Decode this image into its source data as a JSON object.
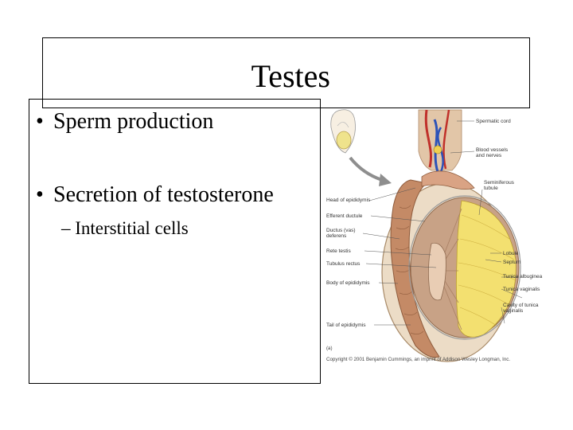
{
  "slide": {
    "title": "Testes",
    "bullets": [
      "Sperm production",
      "Secretion of testosterone"
    ],
    "bullet_marker": "•",
    "sub_marker": "–",
    "sub_bullets": [
      "Interstitial cells"
    ]
  },
  "figure": {
    "labels_left": {
      "head_of_epididymis": "Head of epididymis",
      "efferent_ductule": "Efferent ductule",
      "ductus_deferens": "Ductus (vas) deferens",
      "rete_testis": "Rete testis",
      "tubulus_rectus": "Tubulus rectus",
      "body_of_epididymis": "Body of epididymis",
      "tail_of_epididymis": "Tail of epididymis"
    },
    "labels_right": {
      "spermatic_cord": "Spermatic cord",
      "blood_vessels": "Blood vessels and nerves",
      "seminiferous_tubule": "Seminiferous tubule",
      "lobule": "Lobule",
      "septum": "Septum",
      "tunica_albuginea": "Tunica albuginea",
      "tunica_vaginalis": "Tunica vaginalis",
      "cavity": "Cavity of tunica vaginalis"
    },
    "panel_label": "(a)",
    "copyright": "Copyright © 2001 Benjamin Cummings, an imprint of Addison Wesley Longman, Inc."
  }
}
